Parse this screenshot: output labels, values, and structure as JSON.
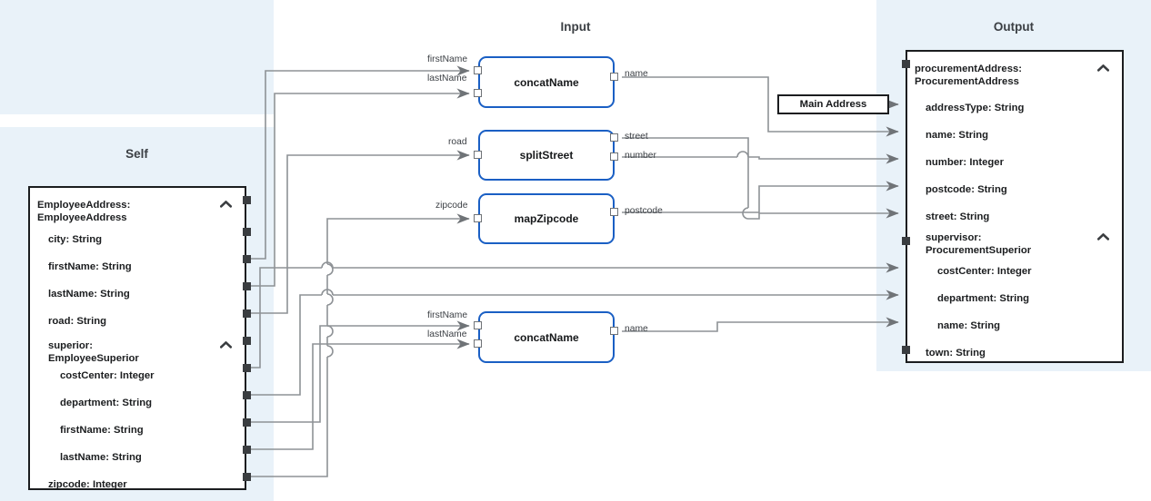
{
  "panels": [
    {
      "id": "input",
      "title": "Input"
    },
    {
      "id": "self",
      "title": "Self"
    },
    {
      "id": "output",
      "title": "Output"
    }
  ],
  "colors": {
    "panel_bg": "#e9f2f9",
    "function_border": "#1a5fc4",
    "schema_border": "#1b1d1f",
    "wire": "#8e9296"
  },
  "self_schema": {
    "header": "EmployeeAddress:\nEmployeeAddress",
    "collapse_icon": "chevron-up-icon",
    "fields": [
      {
        "label": "city: String",
        "depth": 1
      },
      {
        "label": "firstName: String",
        "depth": 1
      },
      {
        "label": "lastName: String",
        "depth": 1
      },
      {
        "label": "road: String",
        "depth": 1
      },
      {
        "label": "superior:\nEmployeeSuperior",
        "depth": 1,
        "collapse_icon": "chevron-up-icon"
      },
      {
        "label": "costCenter: Integer",
        "depth": 2
      },
      {
        "label": "department: String",
        "depth": 2
      },
      {
        "label": "firstName: String",
        "depth": 2
      },
      {
        "label": "lastName: String",
        "depth": 2
      },
      {
        "label": "zipcode: Integer",
        "depth": 1
      }
    ]
  },
  "output_schema": {
    "header": "procurementAddress:\nProcurementAddress",
    "collapse_icon": "chevron-up-icon",
    "fields": [
      {
        "label": "addressType: String",
        "depth": 1
      },
      {
        "label": "name: String",
        "depth": 1
      },
      {
        "label": "number: Integer",
        "depth": 1
      },
      {
        "label": "postcode: String",
        "depth": 1
      },
      {
        "label": "street: String",
        "depth": 1
      },
      {
        "label": "supervisor:\nProcurementSuperior",
        "depth": 1,
        "collapse_icon": "chevron-up-icon"
      },
      {
        "label": "costCenter: Integer",
        "depth": 2
      },
      {
        "label": "department: String",
        "depth": 2
      },
      {
        "label": "name: String",
        "depth": 2
      },
      {
        "label": "town: String",
        "depth": 1
      }
    ]
  },
  "function_nodes": [
    {
      "id": "concatName1",
      "label": "concatName",
      "inputs": [
        "firstName",
        "lastName"
      ],
      "outputs": [
        "name"
      ]
    },
    {
      "id": "splitStreet",
      "label": "splitStreet",
      "inputs": [
        "road"
      ],
      "outputs": [
        "street",
        "number"
      ]
    },
    {
      "id": "mapZipcode",
      "label": "mapZipcode",
      "inputs": [
        "zipcode"
      ],
      "outputs": [
        "postcode"
      ]
    },
    {
      "id": "concatName2",
      "label": "concatName",
      "inputs": [
        "firstName",
        "lastName"
      ],
      "outputs": [
        "name"
      ]
    }
  ],
  "literals": [
    {
      "id": "main-address",
      "label": "Main Address"
    }
  ]
}
